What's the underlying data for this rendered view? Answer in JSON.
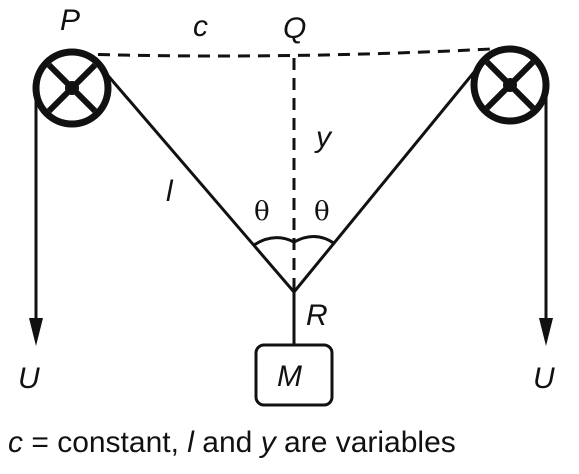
{
  "labels": {
    "P": "P",
    "c": "c",
    "Q": "Q",
    "y": "y",
    "l": "l",
    "theta_left": "θ",
    "theta_right": "θ",
    "R": "R",
    "M": "M",
    "U_left": "U",
    "U_right": "U"
  },
  "caption": {
    "c": "c",
    "eq_constant": " = constant, ",
    "l": "l",
    "and": " and ",
    "y": "y",
    "rest": " are variables"
  }
}
